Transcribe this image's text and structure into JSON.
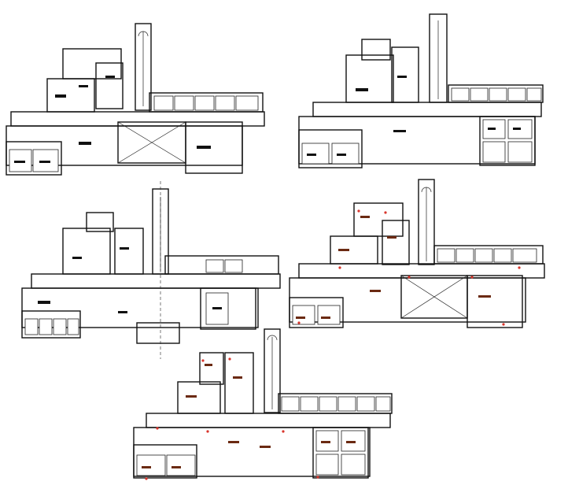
{
  "drawing": {
    "background": "#ffffff",
    "line_color": "#111111",
    "accent_color": "#d9342b",
    "label_color_red_plans": "#6b2a12",
    "plans": [
      {
        "id": "plan-1",
        "style": "black"
      },
      {
        "id": "plan-2",
        "style": "black"
      },
      {
        "id": "plan-3",
        "style": "black"
      },
      {
        "id": "plan-4",
        "style": "red"
      },
      {
        "id": "plan-5",
        "style": "red"
      }
    ]
  }
}
